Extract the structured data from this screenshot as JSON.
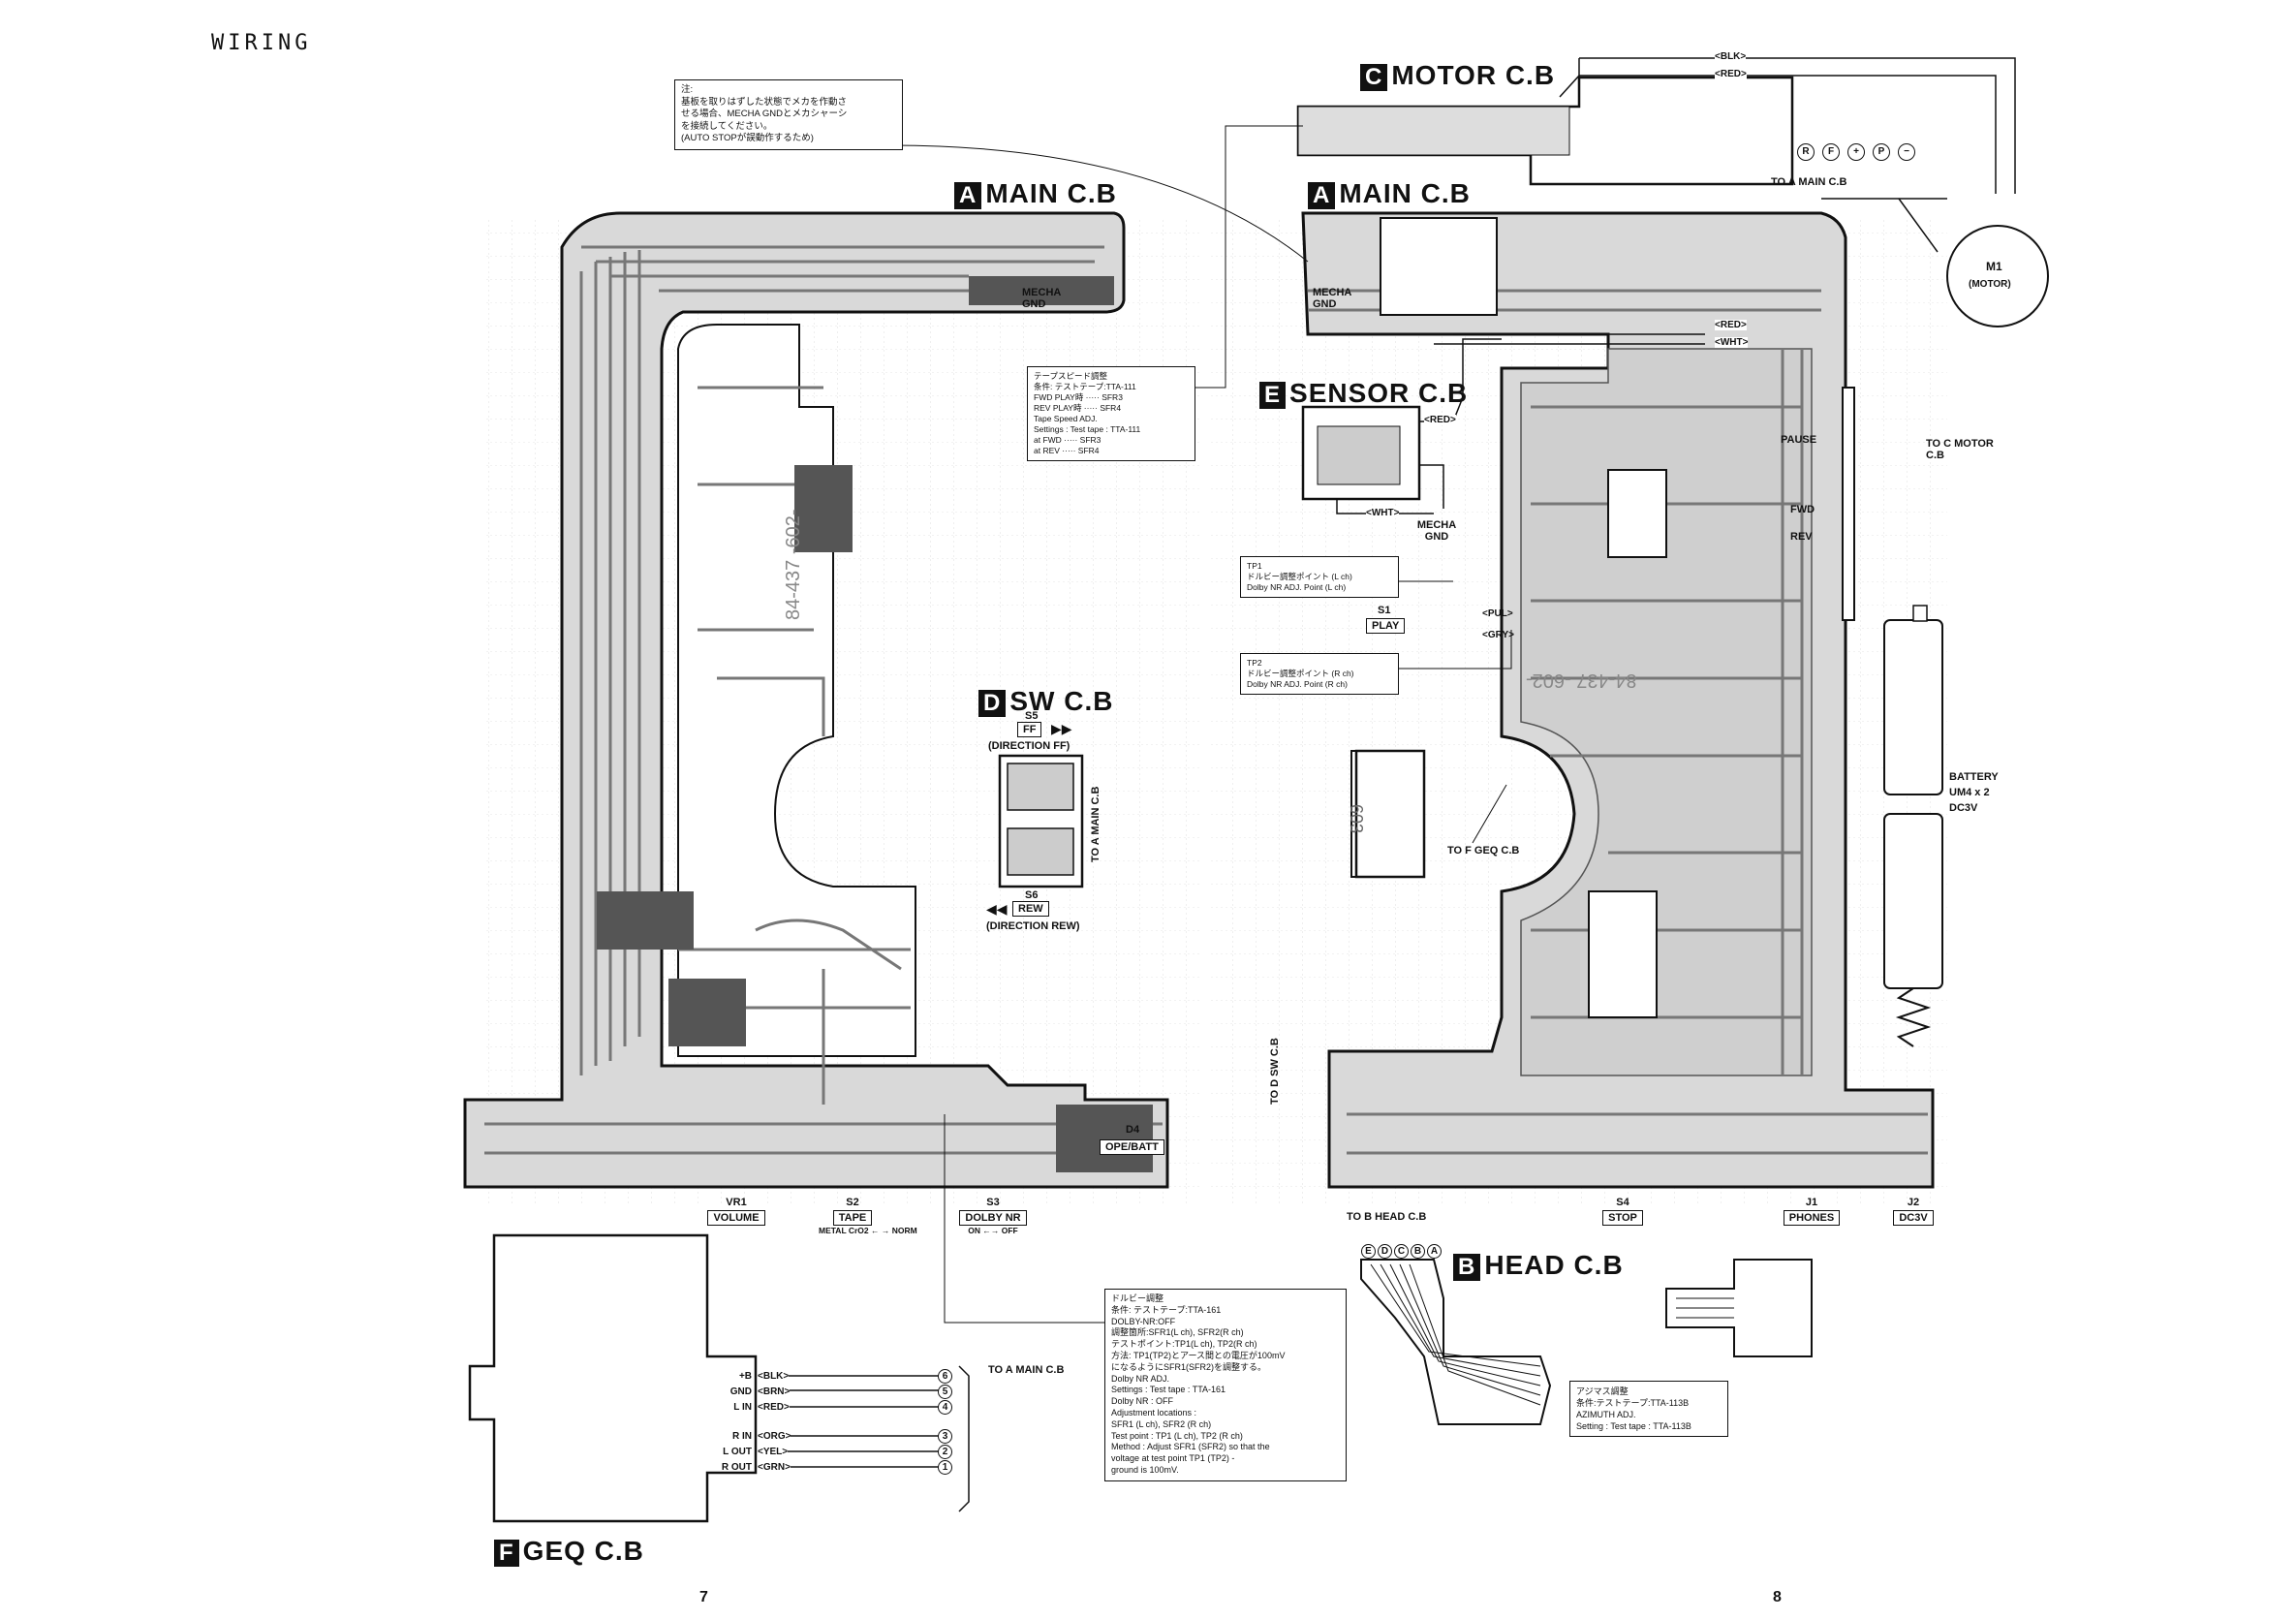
{
  "header": {
    "title": "WIRING"
  },
  "boards": {
    "main_left": {
      "letter": "A",
      "name": "MAIN C.B"
    },
    "main_right": {
      "letter": "A",
      "name": "MAIN C.B"
    },
    "motor": {
      "letter": "C",
      "name": "MOTOR C.B"
    },
    "sensor": {
      "letter": "E",
      "name": "SENSOR C.B"
    },
    "sw": {
      "letter": "D",
      "name": "SW C.B"
    },
    "head": {
      "letter": "B",
      "name": "HEAD C.B"
    },
    "geq": {
      "letter": "F",
      "name": "GEQ C.B"
    }
  },
  "notes": {
    "mecha_note": {
      "lines": [
        "注:",
        "基板を取りはずした状態でメカを作動さ",
        "せる場合、MECHA GNDとメカシャーシ",
        "を接続してください。",
        "(AUTO STOPが誤動作するため)"
      ]
    },
    "tape_speed": {
      "lines": [
        "テープスピード調整",
        "条件: テストテープ:TTA-111",
        "FWD PLAY時 ····· SFR3",
        "REV PLAY時 ····· SFR4",
        "Tape Speed ADJ.",
        "Settings : Test tape : TTA-111",
        "at FWD ····· SFR3",
        "at REV ····· SFR4"
      ]
    },
    "tp1": {
      "lines": [
        "TP1",
        "ドルビー調整ポイント (L ch)",
        "Dolby NR ADJ. Point (L ch)"
      ]
    },
    "tp2": {
      "lines": [
        "TP2",
        "ドルビー調整ポイント (R ch)",
        "Dolby NR ADJ. Point (R ch)"
      ]
    },
    "dolby": {
      "lines": [
        "ドルビー調整",
        "条件:     テストテープ:TTA-161",
        "            DOLBY-NR:OFF",
        "            調整箇所:SFR1(L ch), SFR2(R ch)",
        "            テストポイント:TP1(L ch), TP2(R ch)",
        "方法:  TP1(TP2)とアース間との電圧が100mV",
        "         になるようにSFR1(SFR2)を調整する。",
        "Dolby NR ADJ.",
        "Settings : Test tape : TTA-161",
        "              Dolby NR : OFF",
        "              Adjustment locations :",
        "                SFR1 (L ch), SFR2 (R ch)",
        "              Test point : TP1 (L ch), TP2 (R ch)",
        "Method :  Adjust SFR1 (SFR2) so that the",
        "              voltage at test point TP1 (TP2) -",
        "              ground is 100mV."
      ]
    },
    "azimuth": {
      "lines": [
        "アジマス調整",
        "条件:テストテープ:TTA-113B",
        "AZIMUTH ADJ.",
        "Setting : Test tape : TTA-113B"
      ]
    }
  },
  "labels": {
    "mecha_gnd_left": "MECHA GND",
    "mecha_gnd_right": "MECHA GND",
    "mecha_gnd_sensor": "MECHA GND",
    "to_main_motor": "TO A MAIN C.B",
    "to_motor": "TO C MOTOR C.B",
    "to_geq": "TO F GEQ C.B",
    "to_head": "TO B HEAD C.B",
    "to_sw": "TO D SW C.B",
    "to_main_sw": "TO A MAIN C.B",
    "to_main_geq": "TO A MAIN C.B",
    "motor_m1": "M1",
    "motor_name": "(MOTOR)",
    "battery": "BATTERY",
    "battery_spec": "UM4 x 2",
    "battery_volt": "DC3V",
    "pause": "PAUSE",
    "rev": "REV",
    "fwd": "FWD",
    "board_id_left": "84-437 -602-",
    "board_id_right": "84-437 -602-",
    "board_603": "603"
  },
  "switches": {
    "s5_name": "S5",
    "s5_label": "FF",
    "s5_dir": "(DIRECTION FF)",
    "s6_name": "S6",
    "s6_label": "REW",
    "s6_dir": "(DIRECTION REW)",
    "s1_name": "S1",
    "s1_label": "PLAY",
    "d4_name": "D4",
    "d4_label": "OPE/BATT"
  },
  "bottom_labels": [
    {
      "id": "VR1",
      "label": "VOLUME"
    },
    {
      "id": "S2",
      "label": "TAPE",
      "sub": "METAL CrO2 ← → NORM"
    },
    {
      "id": "S3",
      "label": "DOLBY NR",
      "sub": "ON ←→ OFF"
    },
    {
      "id": "S4",
      "label": "STOP"
    },
    {
      "id": "J1",
      "label": "PHONES"
    },
    {
      "id": "J2",
      "label": "DC3V"
    }
  ],
  "motor_wires": [
    "BLK",
    "RED"
  ],
  "sensor_wires": [
    "RED",
    "WHT"
  ],
  "main_wires": [
    "RED",
    "WHT"
  ],
  "s1_wires": [
    "PUL",
    "GRY"
  ],
  "head_pins": [
    "E",
    "D",
    "C",
    "B",
    "A"
  ],
  "motor_terminals": [
    "R",
    "F",
    "+",
    "P",
    "−"
  ],
  "geq_pins": [
    {
      "name": "+B",
      "wire": "BLK",
      "num": "6"
    },
    {
      "name": "GND",
      "wire": "BRN",
      "num": "5"
    },
    {
      "name": "L IN",
      "wire": "RED",
      "num": "4"
    },
    {
      "name": "R IN",
      "wire": "ORG",
      "num": "3"
    },
    {
      "name": "L OUT",
      "wire": "YEL",
      "num": "2"
    },
    {
      "name": "R OUT",
      "wire": "GRN",
      "num": "1"
    }
  ],
  "pages": {
    "left": "7",
    "right": "8"
  }
}
